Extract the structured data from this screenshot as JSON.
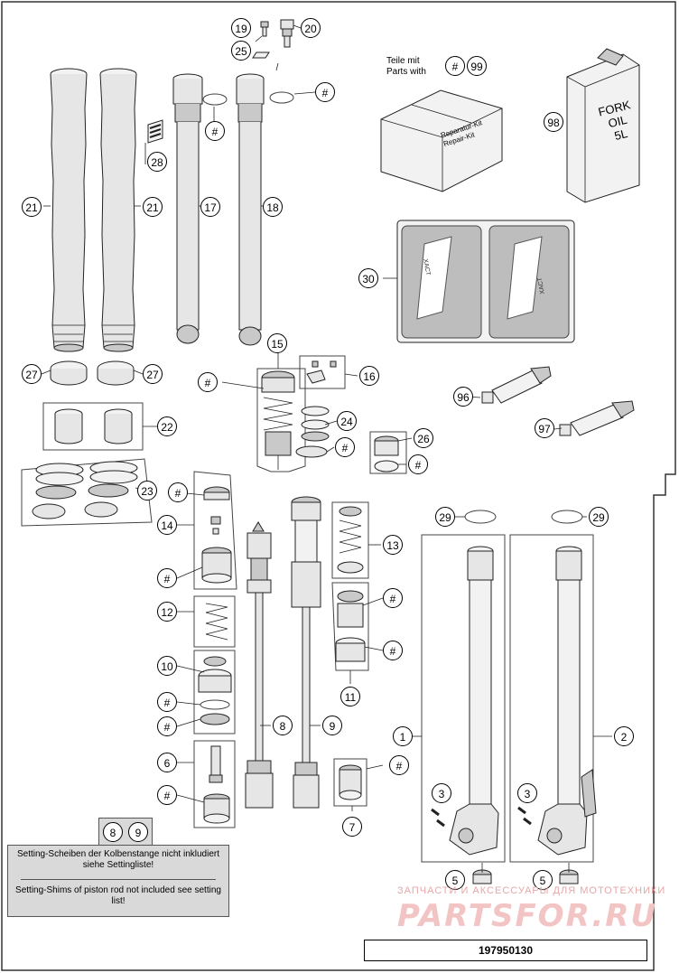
{
  "callouts": {
    "c1": "1",
    "c2": "2",
    "c3a": "3",
    "c3b": "3",
    "c5a": "5",
    "c5b": "5",
    "c6": "6",
    "c7": "7",
    "c8": "8",
    "c9": "9",
    "c10": "10",
    "c11": "11",
    "c12": "12",
    "c13": "13",
    "c14": "14",
    "c15": "15",
    "c16": "16",
    "c17": "17",
    "c18": "18",
    "c19": "19",
    "c20": "20",
    "c21a": "21",
    "c21b": "21",
    "c22": "22",
    "c23": "23",
    "c24": "24",
    "c25": "25",
    "c26": "26",
    "c27a": "27",
    "c27b": "27",
    "c28": "28",
    "c29a": "29",
    "c29b": "29",
    "c30": "30",
    "c96": "96",
    "c97": "97",
    "c98": "98",
    "c99": "99",
    "hash": "#",
    "tab8": "8",
    "tab9": "9"
  },
  "kit": {
    "label_de": "Teile mit",
    "label_en": "Parts with",
    "box_line1": "Reparatur-Kit",
    "box_line2": "Repair-Kit"
  },
  "oil_can": {
    "line1": "FORK",
    "line2": "OIL",
    "line3": "5L"
  },
  "decal_sheet": {
    "text_left": "XACT",
    "text_right": "XACT"
  },
  "note": {
    "german": "Setting-Scheiben der Kolbenstange nicht inkludiert siehe Settingliste!",
    "english": "Setting-Shims of piston rod not included see setting list!"
  },
  "drawing_number": "197950130",
  "watermark": {
    "top": "ЗАПЧАСТИ И АКСЕССУАРЫ ДЛЯ МОТОТЕХНИКИ",
    "logo": "PARTSFOR.RU"
  }
}
